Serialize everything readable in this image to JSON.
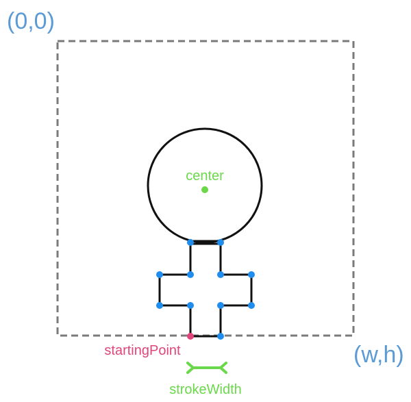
{
  "labels": {
    "origin": "(0,0)",
    "corner": "(w,h)",
    "center": "center",
    "starting_point": "startingPoint",
    "stroke_width": "strokeWidth"
  },
  "colors": {
    "coordinate_label": "#5b9bd5",
    "center_marker": "#6ad84a",
    "starting_point_marker": "#e0457b",
    "vertex_marker": "#1f8ded",
    "stroke_width_marker": "#6ad84a",
    "shape_stroke": "#111111",
    "bounds_stroke": "#7a7a7a"
  }
}
